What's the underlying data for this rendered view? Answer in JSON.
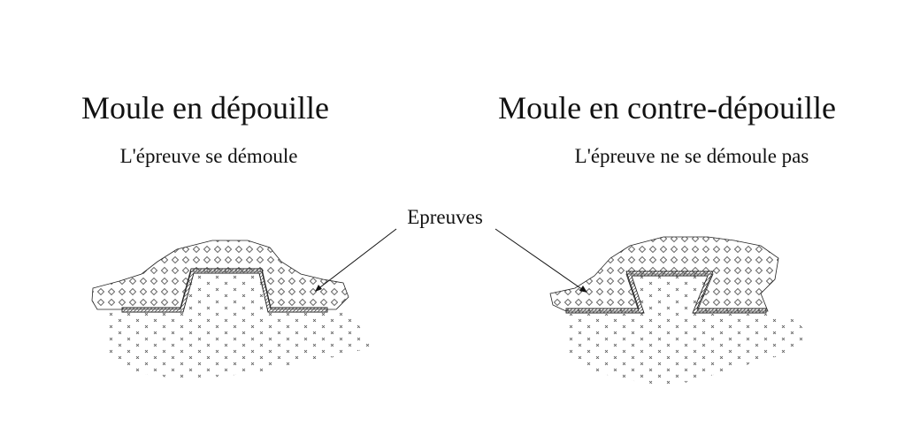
{
  "left": {
    "title": "Moule en dépouille",
    "subtitle": "L'épreuve se démoule"
  },
  "right": {
    "title": "Moule en contre-dépouille",
    "subtitle": "L'épreuve ne se démoule pas"
  },
  "pointer_label": "Epreuves",
  "colors": {
    "ink": "#111111",
    "pattern": "#555555",
    "background": "#ffffff"
  }
}
